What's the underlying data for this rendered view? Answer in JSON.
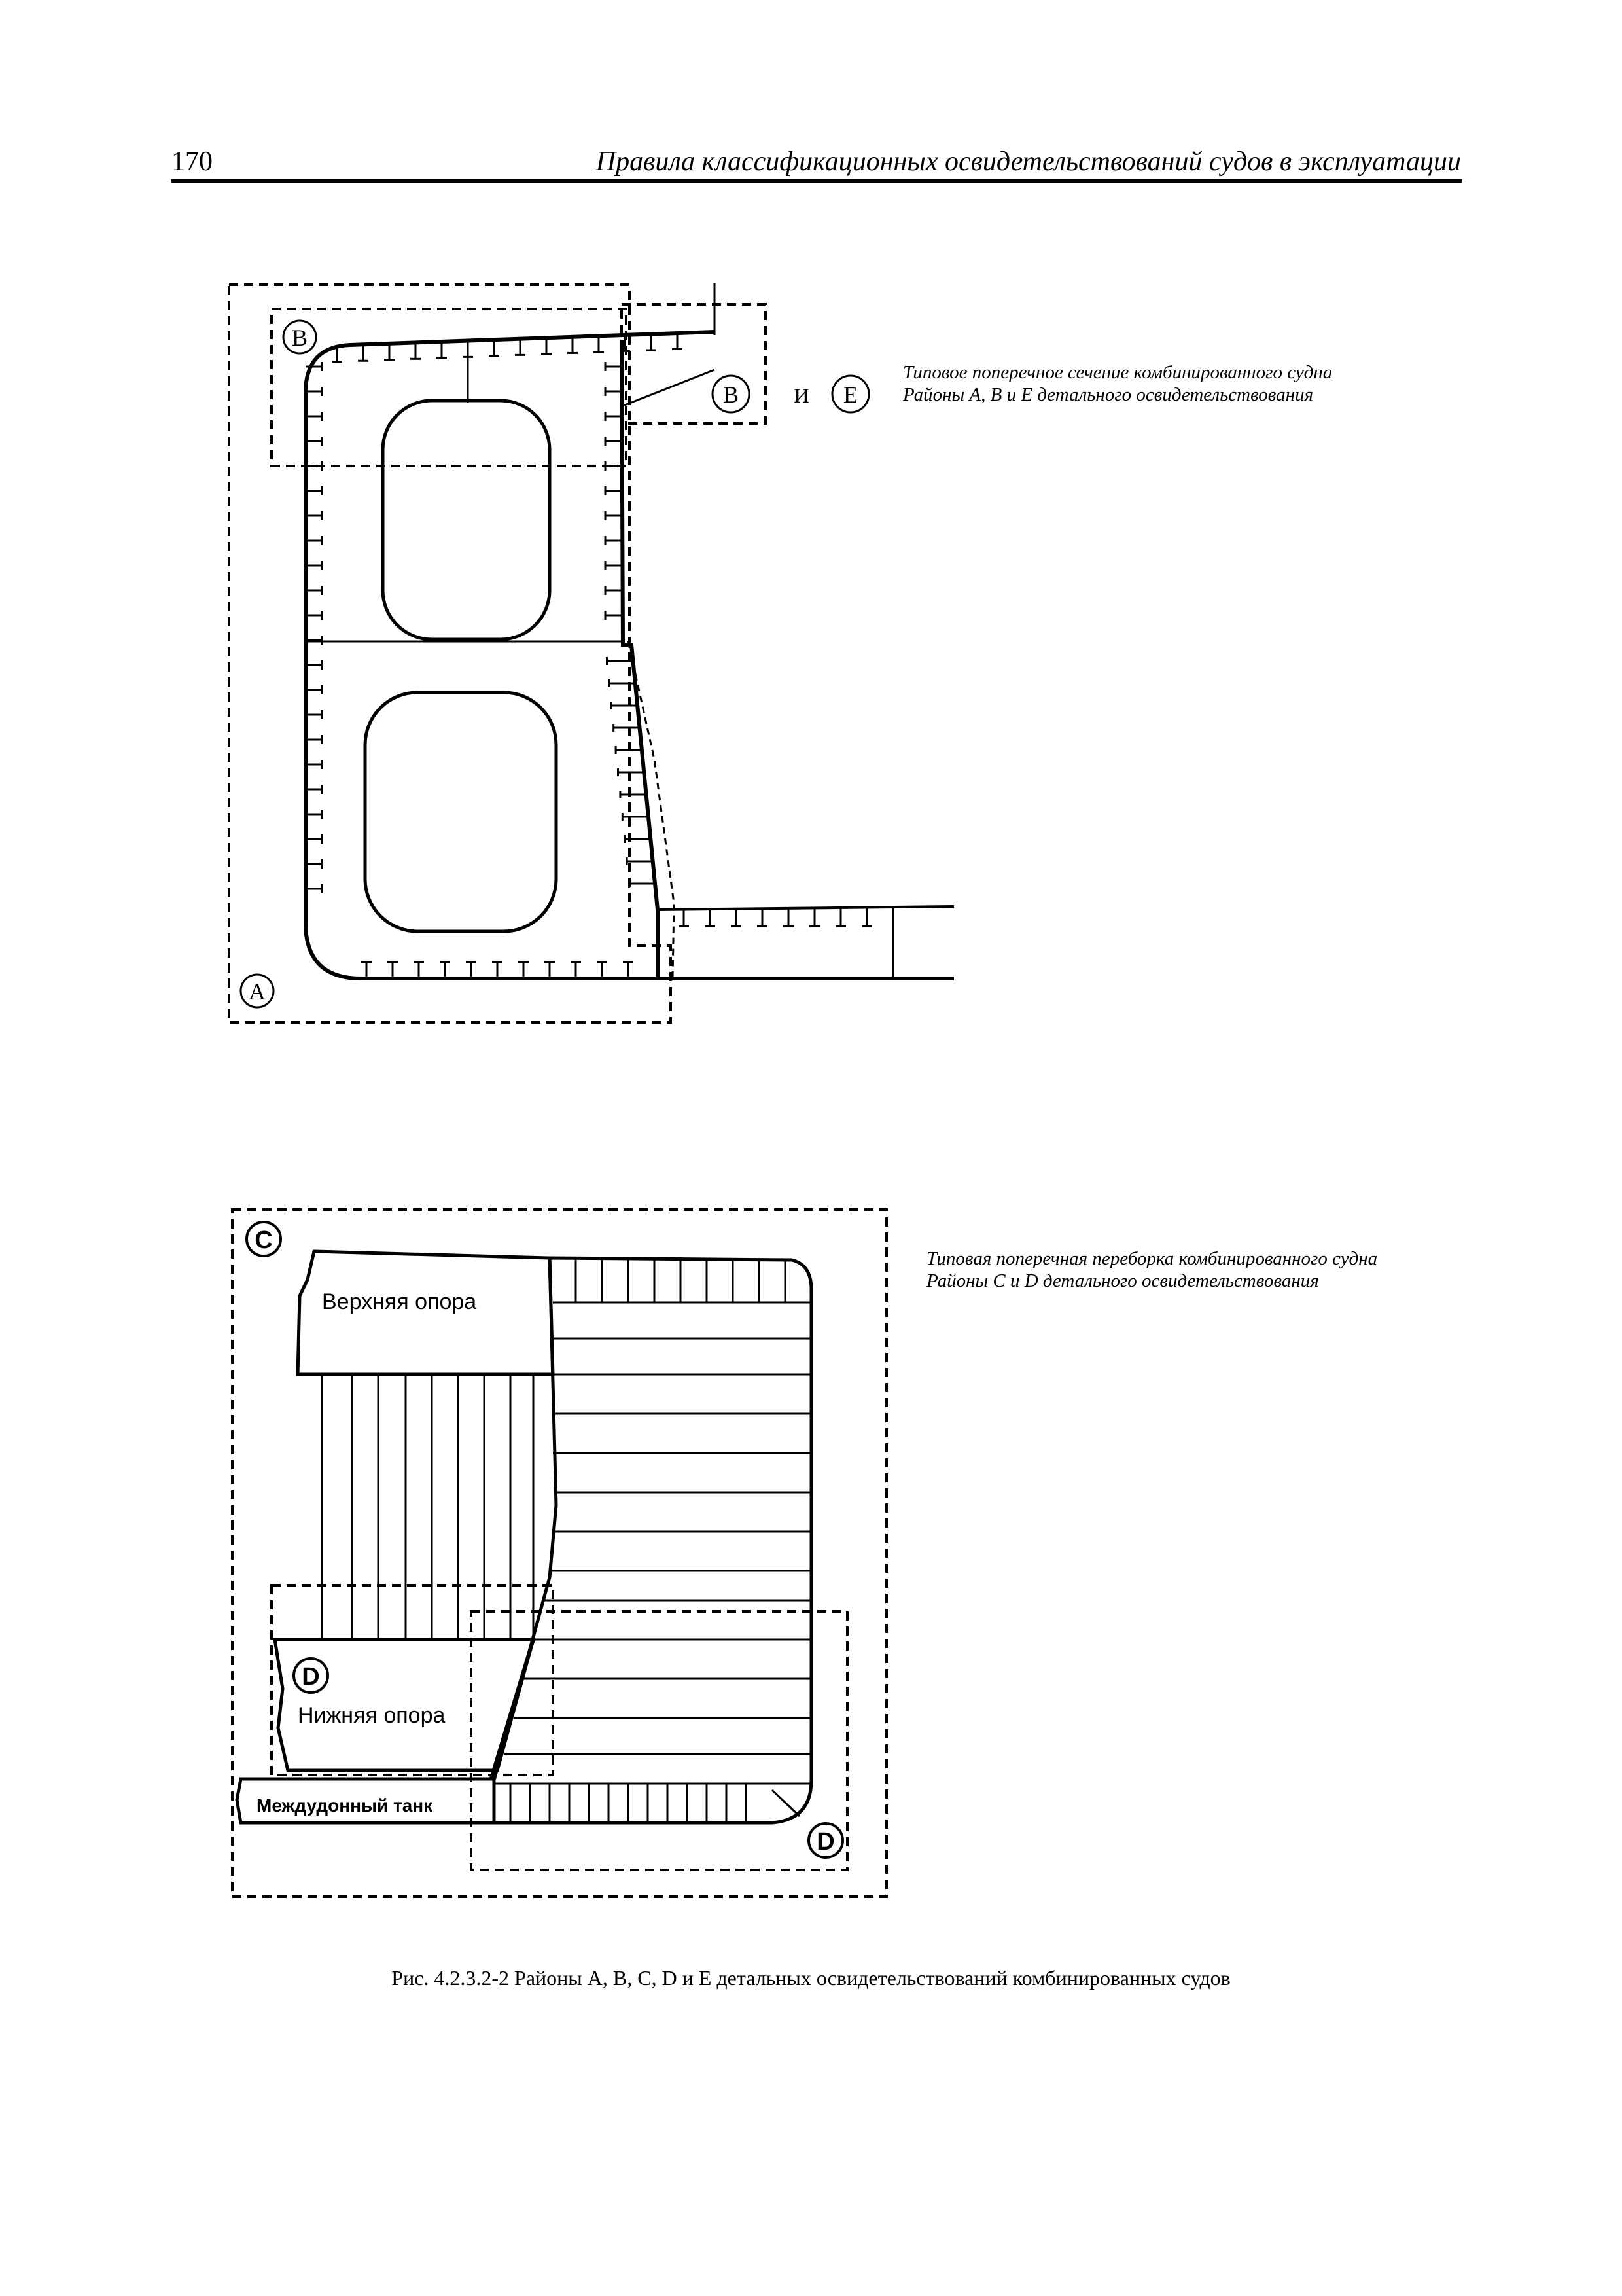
{
  "header": {
    "page_number": "170",
    "running_title": "Правила классификационных освидетельствований судов в эксплуатации"
  },
  "figure_top": {
    "caption_line1": "Типовое поперечное сечение комбинированного судна",
    "caption_line2": "Районы A, B и E детального освидетельствования",
    "markers": {
      "a": "A",
      "b": "B",
      "b2": "B",
      "e": "E",
      "and": "и"
    }
  },
  "figure_bottom": {
    "caption_line1": "Типовая поперечная переборка комбинированного судна",
    "caption_line2": "Районы C и D детального освидетельствования",
    "markers": {
      "c": "C",
      "d1": "D",
      "d2": "D"
    },
    "labels": {
      "upper_stool": "Верхняя опора",
      "lower_stool": "Нижняя опора",
      "double_bottom_tank": "Междудонный танк"
    }
  },
  "figure_caption": "Рис. 4.2.3.2-2 Районы A, B, C, D и E детальных освидетельствований комбинированных судов"
}
